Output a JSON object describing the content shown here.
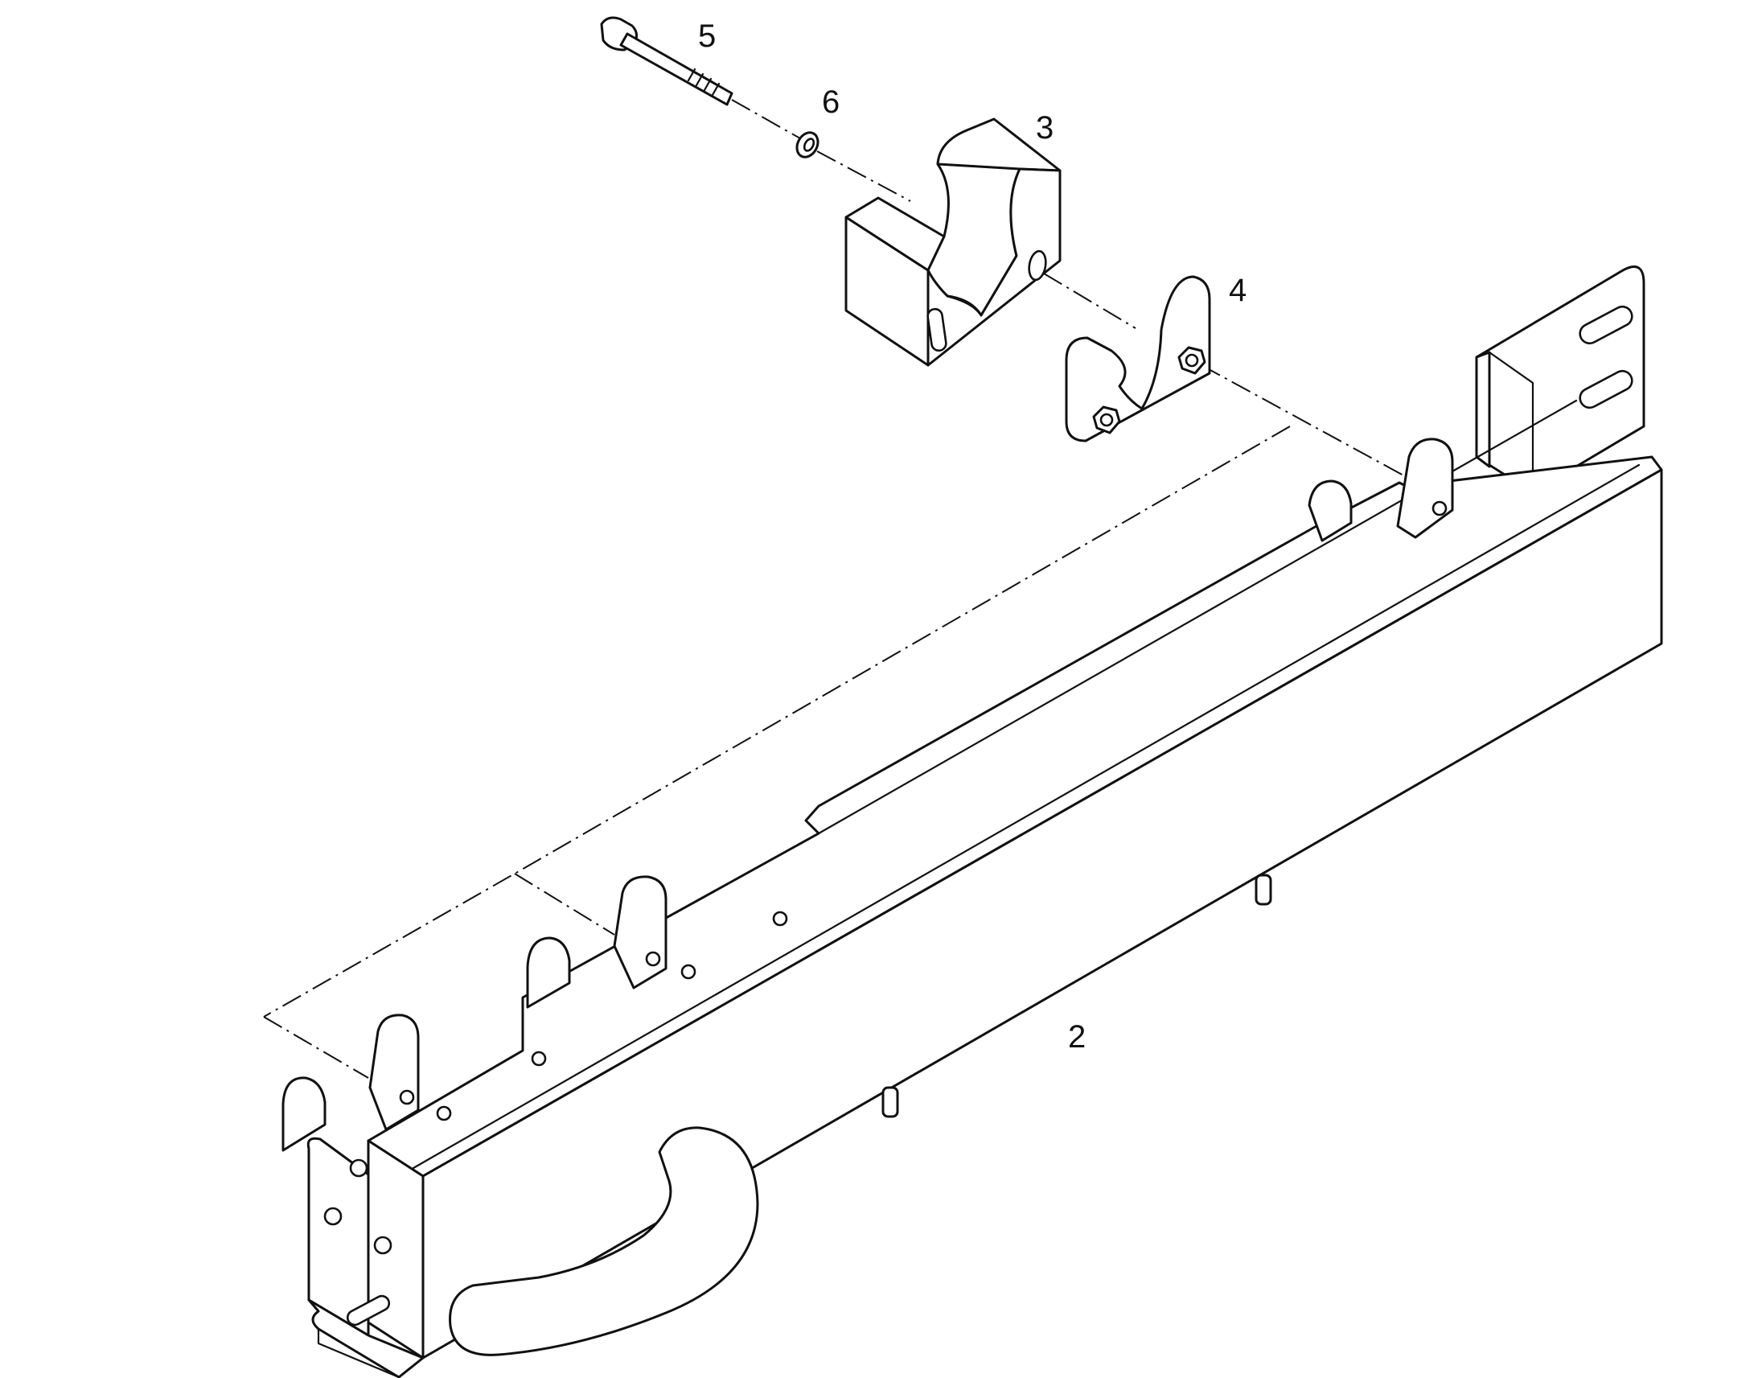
{
  "diagram": {
    "callouts": {
      "item_5": "5",
      "item_6": "6",
      "item_3": "3",
      "item_4": "4",
      "item_2": "2"
    },
    "colors": {
      "line": "#111111",
      "background": "#ffffff"
    }
  }
}
